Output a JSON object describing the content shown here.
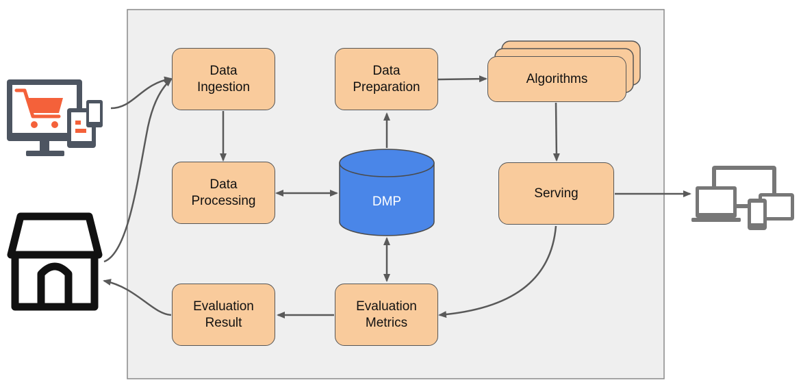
{
  "diagram": {
    "nodes": {
      "data_ingestion": "Data\nIngestion",
      "data_preparation": "Data\nPreparation",
      "algorithms": "Algorithms",
      "data_processing": "Data\nProcessing",
      "dmp": "DMP",
      "serving": "Serving",
      "evaluation_result": "Evaluation\nResult",
      "evaluation_metrics": "Evaluation\nMetrics"
    },
    "icons": {
      "left_top": "ecommerce-devices-icon",
      "left_bottom": "store-icon",
      "right": "devices-icon"
    },
    "edges": [
      {
        "from": "ecommerce-devices-icon",
        "to": "data_ingestion"
      },
      {
        "from": "store-icon",
        "to": "data_ingestion"
      },
      {
        "from": "data_ingestion",
        "to": "data_processing"
      },
      {
        "from": "data_processing",
        "to": "dmp",
        "bidirectional": true
      },
      {
        "from": "dmp",
        "to": "data_preparation"
      },
      {
        "from": "data_preparation",
        "to": "algorithms"
      },
      {
        "from": "algorithms",
        "to": "serving"
      },
      {
        "from": "serving",
        "to": "devices-icon"
      },
      {
        "from": "serving",
        "to": "evaluation_metrics"
      },
      {
        "from": "dmp",
        "to": "evaluation_metrics",
        "bidirectional": true
      },
      {
        "from": "evaluation_metrics",
        "to": "evaluation_result"
      },
      {
        "from": "evaluation_result",
        "to": "store-icon"
      }
    ],
    "colors": {
      "panel_bg": "#efefef",
      "node_fill": "#f9cb9c",
      "dmp_fill": "#4a86e8",
      "arrow": "#595959",
      "accent_orange": "#f4613a",
      "icon_dark": "#4d5561",
      "icon_gray": "#777777"
    }
  }
}
